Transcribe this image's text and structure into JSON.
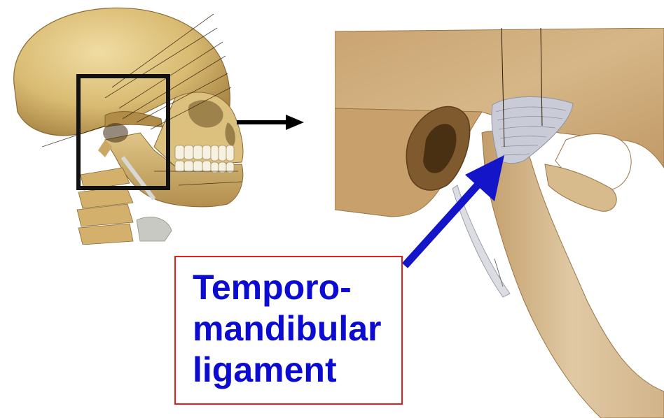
{
  "label": {
    "lines": [
      "Temporo-",
      "mandibular",
      "ligament"
    ]
  },
  "colors": {
    "label_text": "#0b0bd2",
    "label_border": "#e0201e",
    "pointer_arrow": "#1414c8",
    "zoom_arrow": "#000000",
    "highlight_box": "#111111",
    "bone_light": "#e6cf8f",
    "bone_mid": "#c8a85e",
    "bone_dark": "#8a6a34",
    "ligament": "#c9ccd6"
  },
  "icons": {
    "zoom_arrow": "arrow-right-icon",
    "pointer_arrow": "arrow-up-right-icon"
  }
}
